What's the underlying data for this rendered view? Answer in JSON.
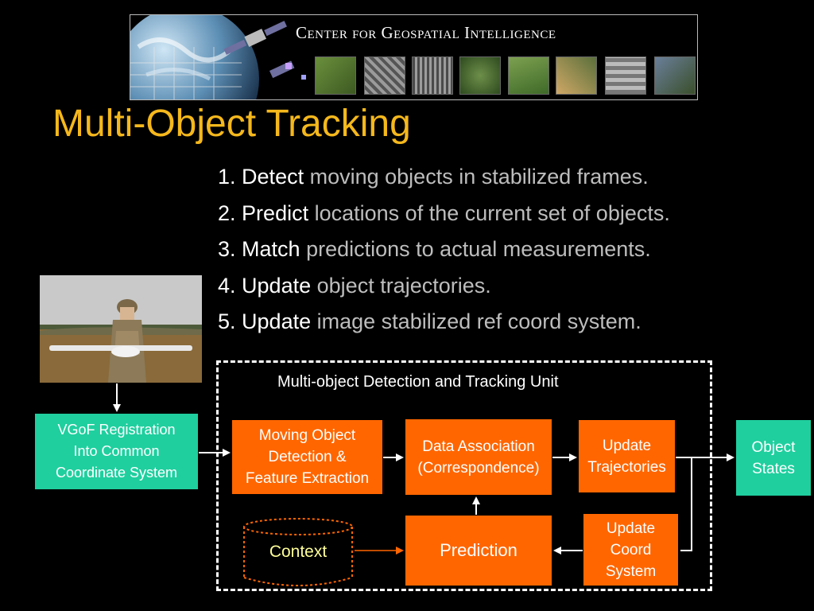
{
  "banner": {
    "title": "Center for Geospatial Intelligence"
  },
  "title": "Multi-Object Tracking",
  "steps": [
    {
      "num": "1.",
      "verb": "Detect",
      "rest": "moving objects in stabilized frames."
    },
    {
      "num": "2.",
      "verb": "Predict",
      "rest": "locations of the current set of objects."
    },
    {
      "num": "3.",
      "verb": "Match",
      "rest": "predictions to actual measurements."
    },
    {
      "num": "4.",
      "verb": "Update",
      "rest": "object trajectories."
    },
    {
      "num": "5.",
      "verb": "Update",
      "rest": "image stabilized ref coord system."
    }
  ],
  "diagram": {
    "unit_title": "Multi-object Detection and Tracking Unit",
    "vgof": [
      "VGoF Registration",
      "Into Common",
      "Coordinate System"
    ],
    "moving": [
      "Moving Object",
      "Detection &",
      "Feature Extraction"
    ],
    "data_assoc": [
      "Data Association",
      "(Correspondence)"
    ],
    "update_traj": [
      "Update",
      "Trajectories"
    ],
    "object_states": [
      "Object",
      "States"
    ],
    "update_coord": [
      "Update",
      "Coord",
      "System"
    ],
    "prediction": "Prediction",
    "context": "Context"
  },
  "colors": {
    "title": "#f5b81c",
    "box_orange": "#ff6600",
    "box_green": "#1fcf9e",
    "context_text": "#ffff99"
  }
}
